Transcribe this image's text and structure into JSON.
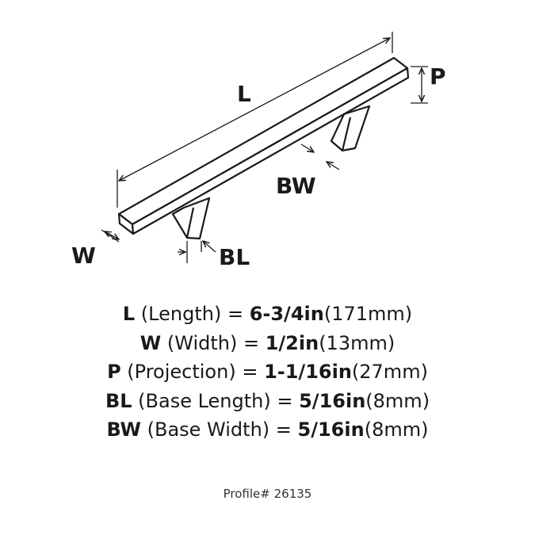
{
  "labels": {
    "L": "L",
    "W": "W",
    "P": "P",
    "BL": "BL",
    "BW": "BW"
  },
  "specs": [
    {
      "code": "L",
      "name": " (Length) = ",
      "imperial": "6-3/4in",
      "metric": "(171mm)"
    },
    {
      "code": "W",
      "name": " (Width) = ",
      "imperial": "1/2in",
      "metric": "(13mm)"
    },
    {
      "code": "P",
      "name": " (Projection) = ",
      "imperial": "1-1/16in",
      "metric": "(27mm)"
    },
    {
      "code": "BL",
      "name": " (Base Length) = ",
      "imperial": "5/16in",
      "metric": "(8mm)"
    },
    {
      "code": "BW",
      "name": " (Base Width) = ",
      "imperial": "5/16in",
      "metric": "(8mm)"
    }
  ],
  "profile": "Profile# 26135",
  "colors": {
    "line": "#1a1a1a",
    "background": "#ffffff"
  }
}
